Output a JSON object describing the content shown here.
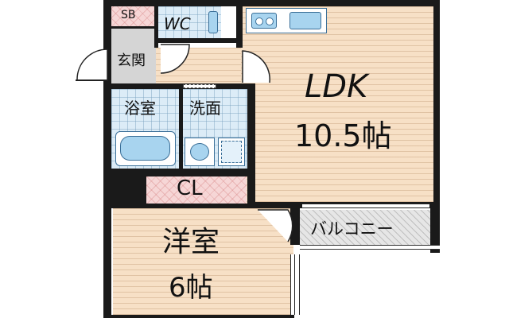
{
  "rooms": {
    "ldk": {
      "name": "LDK",
      "size": "10.5帖"
    },
    "western": {
      "name": "洋室",
      "size": "6帖"
    },
    "wc": "WC",
    "sb": "SB",
    "entrance": "玄関",
    "bath": "浴室",
    "washroom": "洗面",
    "closet": "CL",
    "balcony": "バルコニー"
  },
  "colors": {
    "wall": "#1a1a1a",
    "wood_floor": "#f7e0c6",
    "tile_floor": "#dcecf7",
    "entrance_floor": "#d5d5d5",
    "storage_floor": "#f6d6d6",
    "balcony_floor": "#e6e6e6",
    "fixture_blue": "#a8d4ef"
  },
  "icons": [
    "door-swing-icon",
    "toilet-icon",
    "stove-icon",
    "sink-icon",
    "bathtub-icon",
    "washbasin-icon",
    "washing-machine-icon",
    "window-icon"
  ]
}
